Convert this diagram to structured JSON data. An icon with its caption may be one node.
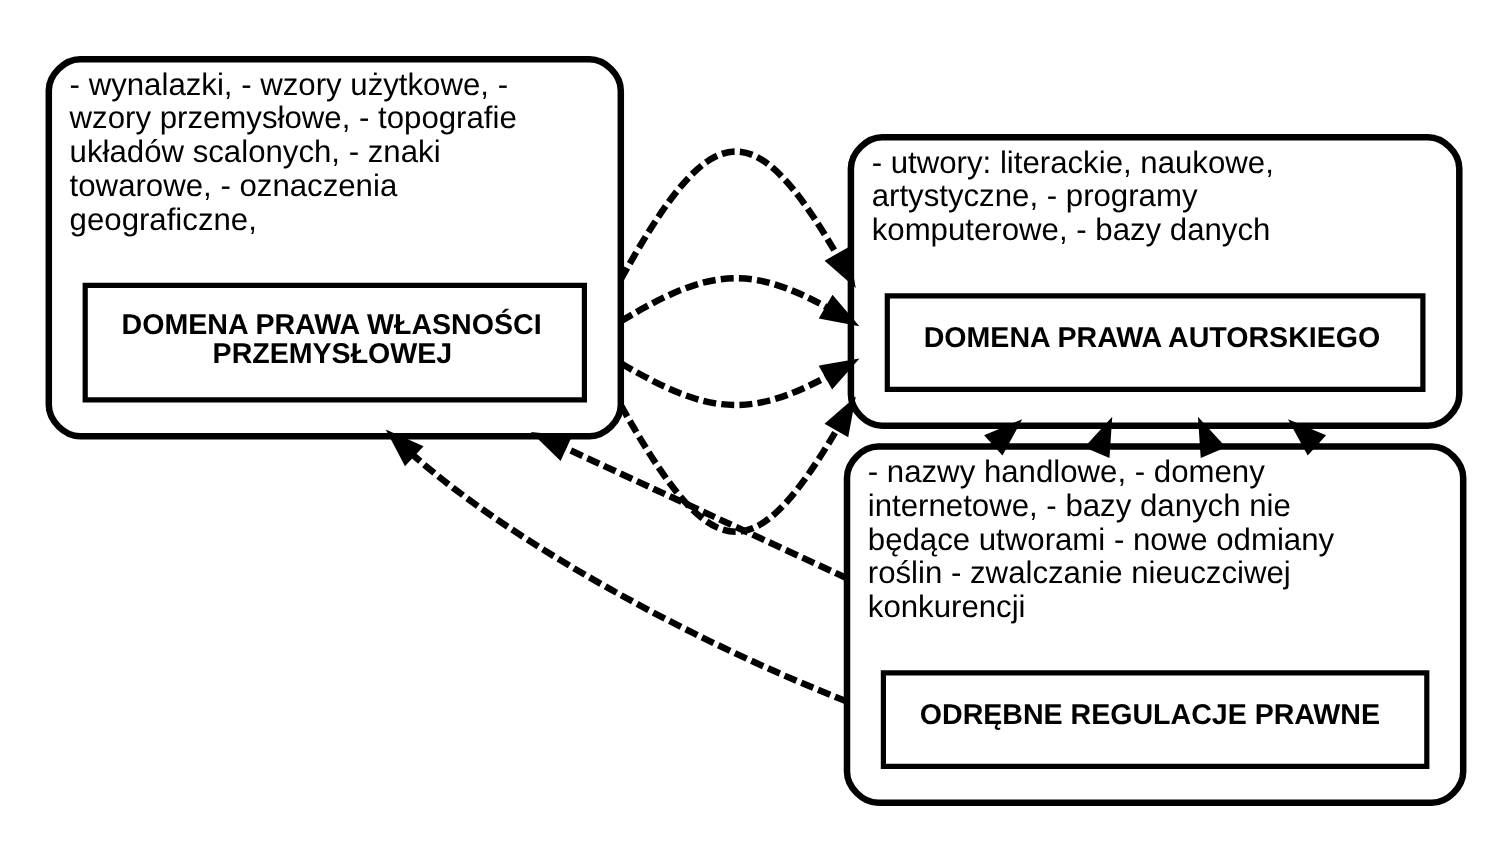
{
  "diagram": {
    "nodes": [
      {
        "text": [
          "- wynalazki, - wzory użytkowe, - wzory przemysłowe, - topografie układów scalonych, - znaki towarowe, - oznaczenia geograficzne,"
        ]
      },
      {
        "text": [
          "DOMENA PRAWA WŁASNOŚCI PRZEMYSŁOWEJ"
        ],
        "in": 0
      },
      {
        "text": [
          "- utwory: literackie, naukowe, artystyczne, - programy komputerowe, - bazy danych"
        ]
      },
      {
        "text": [
          "DOMENA PRAWA AUTORSKIEGO"
        ],
        "in": 2
      },
      {
        "text": [
          "- nazwy handlowe, - domeny internetowe, - bazy danych nie będące utworami - nowe odmiany roślin - zwalczanie nieuczciwej konkurencji"
        ]
      },
      {
        "text": [
          "ODRĘBNE REGULACJE PRAWNE"
        ],
        "in": 4
      }
    ],
    "edges": [
      {
        "from": 0,
        "to": 2,
        "arrow": "to",
        "style": "dashed"
      },
      {
        "from": 0,
        "to": 2,
        "arrow": "to",
        "style": "dashed"
      },
      {
        "from": 0,
        "to": 2,
        "arrow": "to",
        "style": "dashed"
      },
      {
        "from": 0,
        "to": 2,
        "arrow": "to",
        "style": "dashed"
      },
      {
        "from": 4,
        "to": 2,
        "arrow": "to",
        "style": "dashed"
      },
      {
        "from": 4,
        "to": 2,
        "arrow": "to",
        "style": "dashed"
      },
      {
        "from": 4,
        "to": 2,
        "arrow": "to",
        "style": "dashed"
      },
      {
        "from": 4,
        "to": 2,
        "arrow": "to",
        "style": "dashed"
      },
      {
        "from": 4,
        "to": 0,
        "arrow": "to",
        "style": "dashed"
      },
      {
        "from": 4,
        "to": 0,
        "arrow": "to",
        "style": "dashed"
      }
    ]
  }
}
